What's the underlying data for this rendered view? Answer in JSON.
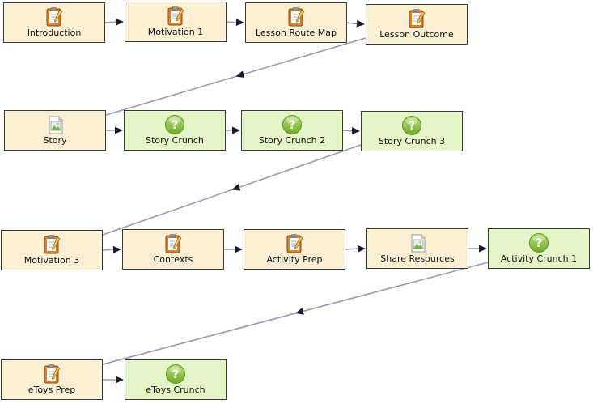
{
  "colors": {
    "doc_fill": "#fcf0d4",
    "quiz_fill": "#e4f5c8",
    "border": "#3a3a3a",
    "arrow": "#1a1a2a",
    "link": "#9a9ab8"
  },
  "rows": [
    {
      "activities": [
        {
          "label": "Introduction",
          "kind": "doc",
          "icon": "document-edit-icon"
        },
        {
          "label": "Motivation 1",
          "kind": "doc",
          "icon": "document-edit-icon"
        },
        {
          "label": "Lesson Route Map",
          "kind": "doc",
          "icon": "document-edit-icon"
        },
        {
          "label": "Lesson Outcome",
          "kind": "doc",
          "icon": "document-edit-icon"
        }
      ]
    },
    {
      "activities": [
        {
          "label": "Story",
          "kind": "doc",
          "icon": "image-document-icon"
        },
        {
          "label": "Story Crunch",
          "kind": "quiz",
          "icon": "question-icon"
        },
        {
          "label": "Story Crunch 2",
          "kind": "quiz",
          "icon": "question-icon"
        },
        {
          "label": "Story Crunch 3",
          "kind": "quiz",
          "icon": "question-icon"
        }
      ]
    },
    {
      "activities": [
        {
          "label": "Motivation 3",
          "kind": "doc",
          "icon": "document-edit-icon"
        },
        {
          "label": "Contexts",
          "kind": "doc",
          "icon": "document-edit-icon"
        },
        {
          "label": "Activity Prep",
          "kind": "doc",
          "icon": "document-edit-icon"
        },
        {
          "label": "Share Resources",
          "kind": "doc",
          "icon": "image-document-icon"
        },
        {
          "label": "Activity Crunch 1",
          "kind": "quiz",
          "icon": "question-icon"
        }
      ]
    },
    {
      "activities": [
        {
          "label": "eToys Prep",
          "kind": "doc",
          "icon": "document-edit-icon"
        },
        {
          "label": "eToys Crunch",
          "kind": "quiz",
          "icon": "question-icon"
        }
      ]
    }
  ]
}
